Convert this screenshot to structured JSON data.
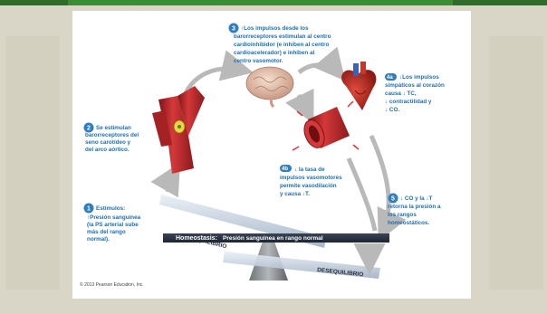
{
  "slide": {
    "copyright": "© 2013 Pearson Education, Inc."
  },
  "steps": {
    "s1": {
      "num": "1",
      "title": "Estímulos:",
      "lines": [
        "↑Presión sanguínea",
        "(la PS arterial sube",
        "más del rango",
        "normal)."
      ]
    },
    "s2": {
      "num": "2",
      "lines": [
        "Se estimulan",
        "barorreceptores del",
        "seno carotídeo y",
        "del arco aórtico."
      ]
    },
    "s3": {
      "num": "3",
      "lines": [
        "↑Los impulsos desde los",
        "barorreceptores estimulan al centro",
        "cardioinhibidor (e inhiben al centro",
        "cardioacelerador) e inhiben al",
        "centro vasomotor."
      ]
    },
    "s4a": {
      "num": "4a",
      "lines": [
        "↓Los impulsos",
        "simpáticos al corazón",
        "causa ↓ TC,",
        "↓ contractilidad y",
        "↓ CO."
      ]
    },
    "s4b": {
      "num": "4b",
      "lines": [
        "↓ la tasa de",
        "impulsos vasomotores",
        "permite vasodilación",
        "y causa ↓T."
      ]
    },
    "s5": {
      "num": "5",
      "lines": [
        "↓ CO y la ↓T",
        "retorna la presión a",
        "los rangos",
        "homeostáticos."
      ]
    }
  },
  "balance": {
    "homeostasis_label": "Homeostasis:",
    "homeostasis_text": "Presión sanguínea en rango normal",
    "desequilibrio_top": "DESEQUILIBRIO",
    "desequilibrio_bottom": "DESEQUILIBRIO"
  },
  "colors": {
    "label_blue": "#1f6fb0",
    "circle_fill": "#2f7fc0",
    "background": "#d9d6c8",
    "panel": "#ffffff",
    "arrow_grey": "#b9b9b9",
    "artery_red": "#b8282a",
    "beam_dark": "#2a3140"
  }
}
